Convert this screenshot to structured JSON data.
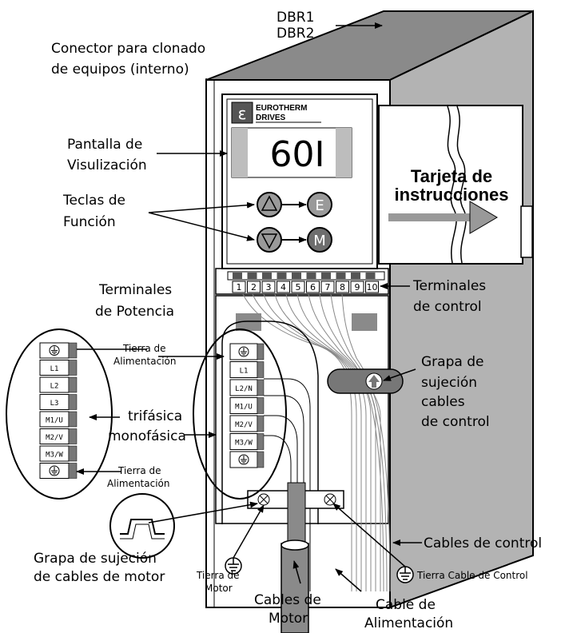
{
  "labels": {
    "dbr1": "DBR1",
    "dbr2": "DBR2",
    "connector_line1": "Conector para clonado",
    "connector_line2": "de equipos (interno)",
    "display_line1": "Pantalla de",
    "display_line2": "Visulización",
    "function_keys_line1": "Teclas de",
    "function_keys_line2": "Función",
    "power_terminals_line1": "Terminales",
    "power_terminals_line2": "de Potencia",
    "control_terminals_line1": "Terminales",
    "control_terminals_line2": "de control",
    "control_clamp_line1": "Grapa de",
    "control_clamp_line2": "sujeción",
    "control_clamp_line3": "cables",
    "control_clamp_line4": "de control",
    "instruction_card_line1": "Tarjeta de",
    "instruction_card_line2": "instrucciones",
    "three_phase": "trifásica",
    "single_phase": "monofásica",
    "earth_supply_top_line1": "Tierra de",
    "earth_supply_top_line2": "Alimentación",
    "earth_supply_bottom_line1": "Tierra de",
    "earth_supply_bottom_line2": "Alimentación",
    "motor_clamp_line1": "Grapa de sujeción",
    "motor_clamp_line2": "de cables de motor",
    "motor_earth_line1": "Tierra de",
    "motor_earth_line2": "Motor",
    "motor_cables_line1": "Cables de",
    "motor_cables_line2": "Motor",
    "supply_cable_line1": "Cable de",
    "supply_cable_line2": "Alimentación",
    "control_cables": "Cables de control",
    "control_cable_earth": "Tierra Cable de Control"
  },
  "device": {
    "brand_line1": "EUROTHERM",
    "brand_line2": "DRIVES",
    "logo_glyph": "ε",
    "display_value": "60I",
    "key_e": "E",
    "key_m": "M"
  },
  "control_terminals": [
    "1",
    "2",
    "3",
    "4",
    "5",
    "6",
    "7",
    "8",
    "9",
    "10"
  ],
  "power_terminals": [
    "⏚",
    "L1",
    "L2/N",
    "M1/U",
    "M2/V",
    "M3/W",
    "⏚"
  ],
  "zoom_terminals": [
    "⏚",
    "L1",
    "L2",
    "L3",
    "M1/U",
    "M2/V",
    "M3/W",
    "⏚"
  ]
}
